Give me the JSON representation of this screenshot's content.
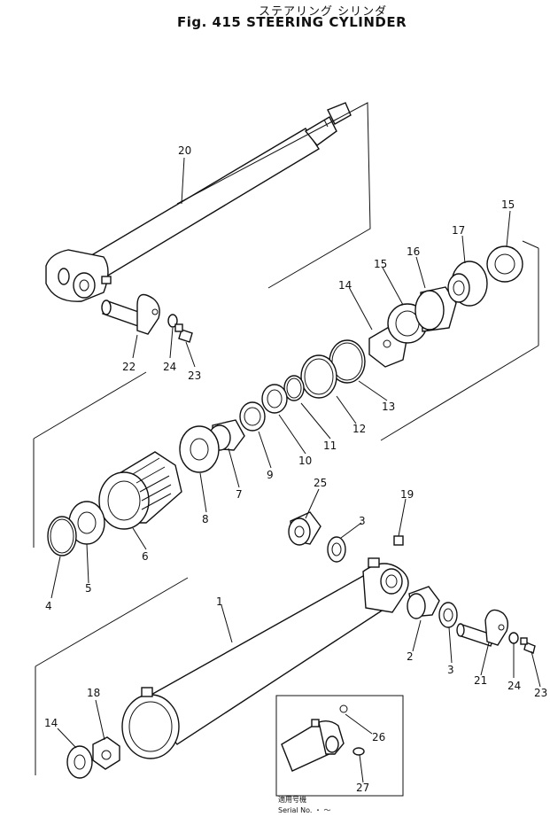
{
  "header": {
    "title_jp": "ステアリング シリンダ",
    "title_en": "Fig. 415  STEERING  CYLINDER"
  },
  "callouts": {
    "p1": "1",
    "p2": "2",
    "p3a": "3",
    "p3b": "3",
    "p4": "4",
    "p5": "5",
    "p6": "6",
    "p7": "7",
    "p8": "8",
    "p9": "9",
    "p10": "10",
    "p11": "11",
    "p12": "12",
    "p13": "13",
    "p14a": "14",
    "p14b": "14",
    "p15a": "15",
    "p15b": "15",
    "p16": "16",
    "p17": "17",
    "p18": "18",
    "p19": "19",
    "p20": "20",
    "p21": "21",
    "p22": "22",
    "p23a": "23",
    "p23b": "23",
    "p24a": "24",
    "p24b": "24",
    "p25": "25",
    "p26": "26",
    "p27": "27"
  },
  "inset": {
    "label_jp": "適用号機",
    "serial_label": "Serial No. ・ ～"
  }
}
